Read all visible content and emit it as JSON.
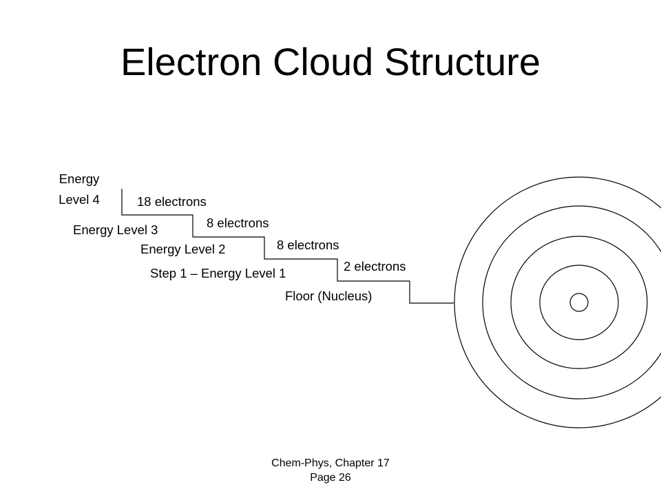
{
  "slide": {
    "title": "Electron Cloud Structure"
  },
  "staircase": {
    "levels": [
      {
        "name": "Energy Level 4",
        "name_lines": [
          "Energy",
          "Level 4"
        ],
        "electrons": "18 electrons"
      },
      {
        "name": "Energy Level 3",
        "electrons": "8 electrons"
      },
      {
        "name": "Energy Level 2",
        "electrons": "8 electrons"
      },
      {
        "name": "Step 1 – Energy Level 1",
        "electrons": "2 electrons"
      }
    ],
    "floor_label": "Floor (Nucleus)"
  },
  "atom_model": {
    "shell_count": 4,
    "has_nucleus": true
  },
  "footer": {
    "line1": "Chem-Phys, Chapter 17",
    "line2": "Page 26"
  },
  "colors": {
    "background": "#ffffff",
    "ink": "#000000"
  }
}
